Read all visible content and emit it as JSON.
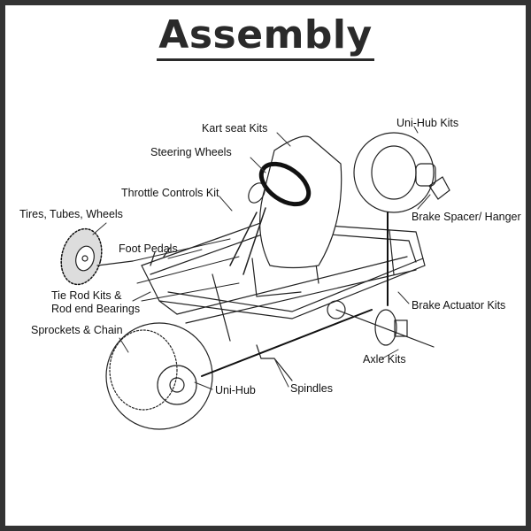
{
  "title": "Assembly",
  "labels": {
    "kart_seat": "Kart seat Kits",
    "steering": "Steering Wheels",
    "throttle": "Throttle Controls Kit",
    "tires": "Tires, Tubes, Wheels",
    "foot_pedals": "Foot Pedals",
    "tie_rod_1": "Tie Rod Kits &",
    "tie_rod_2": "Rod end Bearings",
    "sprockets": "Sprockets & Chain",
    "uni_hub_kits": "Uni-Hub Kits",
    "brake_spacer": "Brake Spacer/ Hanger",
    "brake_actuator": "Brake Actuator Kits",
    "axle_kits": "Axle Kits",
    "uni_hub": "Uni-Hub",
    "spindles": "Spindles"
  }
}
